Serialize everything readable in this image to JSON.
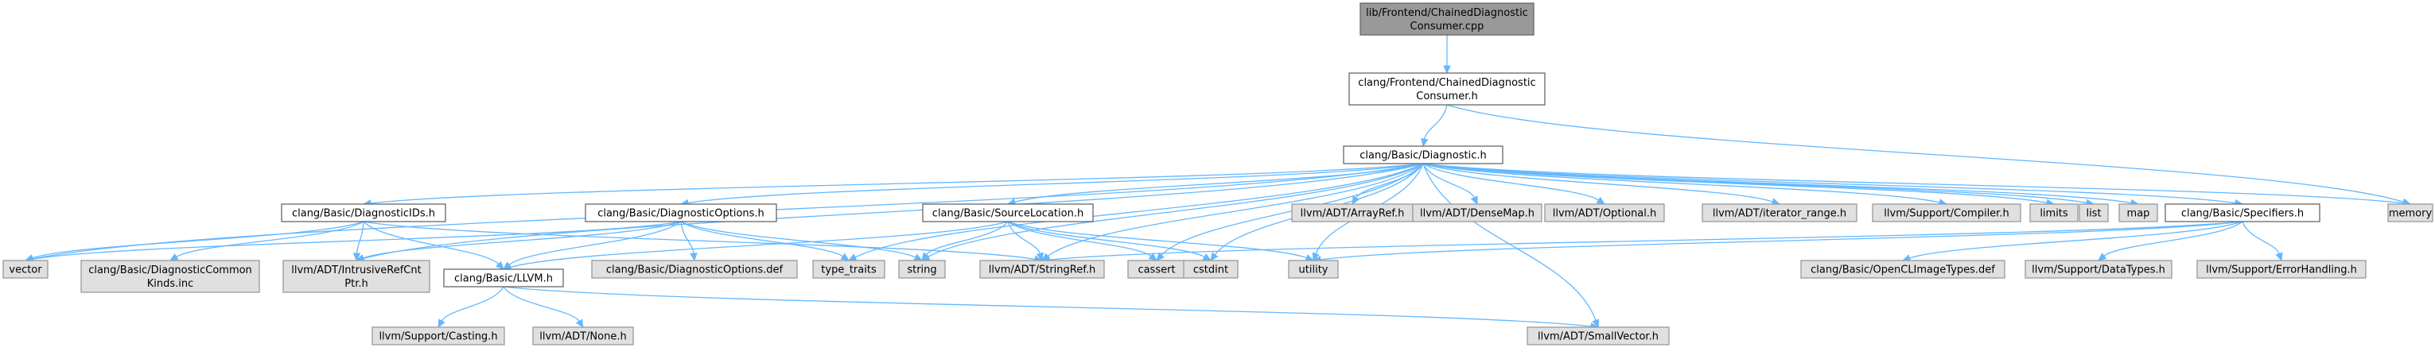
{
  "graph": {
    "nodes": [
      {
        "id": "cdc_cpp",
        "lines": [
          "lib/Frontend/ChainedDiagnostic",
          "Consumer.cpp"
        ],
        "style": "root"
      },
      {
        "id": "cdc_h",
        "lines": [
          "clang/Frontend/ChainedDiagnostic",
          "Consumer.h"
        ],
        "style": "white"
      },
      {
        "id": "diag_h",
        "lines": [
          "clang/Basic/Diagnostic.h"
        ],
        "style": "white"
      },
      {
        "id": "diagids_h",
        "lines": [
          "clang/Basic/DiagnosticIDs.h"
        ],
        "style": "white"
      },
      {
        "id": "diagopts_h",
        "lines": [
          "clang/Basic/DiagnosticOptions.h"
        ],
        "style": "white"
      },
      {
        "id": "srcloc_h",
        "lines": [
          "clang/Basic/SourceLocation.h"
        ],
        "style": "white"
      },
      {
        "id": "specifiers_h",
        "lines": [
          "clang/Basic/Specifiers.h"
        ],
        "style": "white"
      },
      {
        "id": "llvm_h",
        "lines": [
          "clang/Basic/LLVM.h"
        ],
        "style": "white"
      },
      {
        "id": "arrayref",
        "lines": [
          "llvm/ADT/ArrayRef.h"
        ],
        "style": "gray"
      },
      {
        "id": "densemap",
        "lines": [
          "llvm/ADT/DenseMap.h"
        ],
        "style": "gray"
      },
      {
        "id": "optional",
        "lines": [
          "llvm/ADT/Optional.h"
        ],
        "style": "gray"
      },
      {
        "id": "iterrange",
        "lines": [
          "llvm/ADT/iterator_range.h"
        ],
        "style": "gray"
      },
      {
        "id": "compiler",
        "lines": [
          "llvm/Support/Compiler.h"
        ],
        "style": "gray"
      },
      {
        "id": "limits",
        "lines": [
          "limits"
        ],
        "style": "gray"
      },
      {
        "id": "list",
        "lines": [
          "list"
        ],
        "style": "gray"
      },
      {
        "id": "map",
        "lines": [
          "map"
        ],
        "style": "gray"
      },
      {
        "id": "memory",
        "lines": [
          "memory"
        ],
        "style": "gray"
      },
      {
        "id": "vector",
        "lines": [
          "vector"
        ],
        "style": "gray"
      },
      {
        "id": "diagcommon",
        "lines": [
          "clang/Basic/DiagnosticCommon",
          "Kinds.inc"
        ],
        "style": "gray"
      },
      {
        "id": "intrusive",
        "lines": [
          "llvm/ADT/IntrusiveRefCnt",
          "Ptr.h"
        ],
        "style": "gray"
      },
      {
        "id": "diagoptsdef",
        "lines": [
          "clang/Basic/DiagnosticOptions.def"
        ],
        "style": "gray"
      },
      {
        "id": "typetraits",
        "lines": [
          "type_traits"
        ],
        "style": "gray"
      },
      {
        "id": "string",
        "lines": [
          "string"
        ],
        "style": "gray"
      },
      {
        "id": "stringref",
        "lines": [
          "llvm/ADT/StringRef.h"
        ],
        "style": "gray"
      },
      {
        "id": "cassert",
        "lines": [
          "cassert"
        ],
        "style": "gray"
      },
      {
        "id": "cstdint",
        "lines": [
          "cstdint"
        ],
        "style": "gray"
      },
      {
        "id": "utility",
        "lines": [
          "utility"
        ],
        "style": "gray"
      },
      {
        "id": "openclimg",
        "lines": [
          "clang/Basic/OpenCLImageTypes.def"
        ],
        "style": "gray"
      },
      {
        "id": "datatypes",
        "lines": [
          "llvm/Support/DataTypes.h"
        ],
        "style": "gray"
      },
      {
        "id": "errorhandling",
        "lines": [
          "llvm/Support/ErrorHandling.h"
        ],
        "style": "gray"
      },
      {
        "id": "casting",
        "lines": [
          "llvm/Support/Casting.h"
        ],
        "style": "gray"
      },
      {
        "id": "none",
        "lines": [
          "llvm/ADT/None.h"
        ],
        "style": "gray"
      },
      {
        "id": "smallvector",
        "lines": [
          "llvm/ADT/SmallVector.h"
        ],
        "style": "gray"
      }
    ],
    "edges": [
      [
        "cdc_cpp",
        "cdc_h"
      ],
      [
        "cdc_h",
        "diag_h"
      ],
      [
        "cdc_h",
        "memory"
      ],
      [
        "diag_h",
        "diagids_h"
      ],
      [
        "diag_h",
        "diagopts_h"
      ],
      [
        "diag_h",
        "srcloc_h"
      ],
      [
        "diag_h",
        "specifiers_h"
      ],
      [
        "diag_h",
        "arrayref"
      ],
      [
        "diag_h",
        "densemap"
      ],
      [
        "diag_h",
        "optional"
      ],
      [
        "diag_h",
        "iterrange"
      ],
      [
        "diag_h",
        "compiler"
      ],
      [
        "diag_h",
        "limits"
      ],
      [
        "diag_h",
        "list"
      ],
      [
        "diag_h",
        "map"
      ],
      [
        "diag_h",
        "memory"
      ],
      [
        "diag_h",
        "vector"
      ],
      [
        "diag_h",
        "intrusive"
      ],
      [
        "diag_h",
        "typetraits"
      ],
      [
        "diag_h",
        "string"
      ],
      [
        "diag_h",
        "stringref"
      ],
      [
        "diag_h",
        "cassert"
      ],
      [
        "diag_h",
        "cstdint"
      ],
      [
        "diag_h",
        "utility"
      ],
      [
        "diag_h",
        "smallvector"
      ],
      [
        "diagids_h",
        "vector"
      ],
      [
        "diagids_h",
        "diagcommon"
      ],
      [
        "diagids_h",
        "intrusive"
      ],
      [
        "diagids_h",
        "llvm_h"
      ],
      [
        "diagids_h",
        "stringref"
      ],
      [
        "diagopts_h",
        "vector"
      ],
      [
        "diagopts_h",
        "intrusive"
      ],
      [
        "diagopts_h",
        "llvm_h"
      ],
      [
        "diagopts_h",
        "diagoptsdef"
      ],
      [
        "diagopts_h",
        "typetraits"
      ],
      [
        "diagopts_h",
        "string"
      ],
      [
        "srcloc_h",
        "llvm_h"
      ],
      [
        "srcloc_h",
        "string"
      ],
      [
        "srcloc_h",
        "stringref"
      ],
      [
        "srcloc_h",
        "cassert"
      ],
      [
        "srcloc_h",
        "cstdint"
      ],
      [
        "srcloc_h",
        "utility"
      ],
      [
        "specifiers_h",
        "stringref"
      ],
      [
        "specifiers_h",
        "utility"
      ],
      [
        "specifiers_h",
        "openclimg"
      ],
      [
        "specifiers_h",
        "datatypes"
      ],
      [
        "specifiers_h",
        "errorhandling"
      ],
      [
        "llvm_h",
        "casting"
      ],
      [
        "llvm_h",
        "none"
      ],
      [
        "llvm_h",
        "smallvector"
      ]
    ]
  }
}
